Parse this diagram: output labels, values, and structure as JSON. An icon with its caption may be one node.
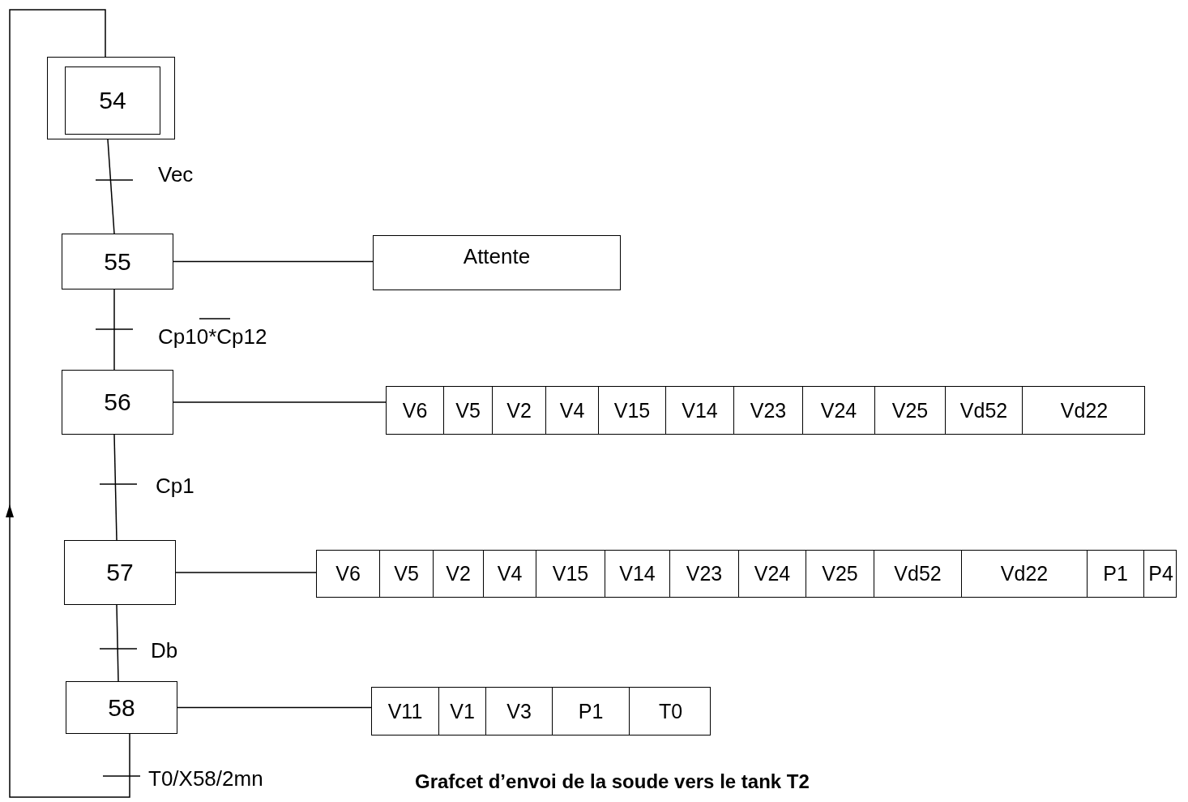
{
  "diagram": {
    "caption": "Grafcet d’envoi de la soude vers le tank T2",
    "nodes": [
      {
        "text": [
          "54"
        ]
      },
      {
        "text": [
          "55"
        ]
      },
      {
        "text": [
          "Attente"
        ]
      },
      {
        "text": [
          "56"
        ]
      },
      {
        "text": [
          "V6",
          "V5",
          "V2",
          "V4",
          "V15",
          "V14",
          "V23",
          "V24",
          "V25",
          "Vd52",
          "Vd22"
        ]
      },
      {
        "text": [
          "57"
        ]
      },
      {
        "text": [
          "V6",
          "V5",
          "V2",
          "V4",
          "V15",
          "V14",
          "V23",
          "V24",
          "V25",
          "Vd52",
          "Vd22",
          "P1",
          "P4"
        ]
      },
      {
        "text": [
          "58"
        ]
      },
      {
        "text": [
          "V11",
          "V1",
          "V3",
          "P1",
          "T0"
        ]
      }
    ],
    "edges": [
      {
        "from": 0,
        "to": 1,
        "arrow": "none",
        "label": "Vec"
      },
      {
        "from": 1,
        "to": 2,
        "arrow": "none"
      },
      {
        "from": 1,
        "to": 3,
        "arrow": "none",
        "label": "Cp10*Cp12"
      },
      {
        "from": 3,
        "to": 4,
        "arrow": "none"
      },
      {
        "from": 3,
        "to": 5,
        "arrow": "none",
        "label": "Cp1"
      },
      {
        "from": 5,
        "to": 6,
        "arrow": "none"
      },
      {
        "from": 5,
        "to": 7,
        "arrow": "none",
        "label": "Db"
      },
      {
        "from": 7,
        "to": 8,
        "arrow": "none"
      },
      {
        "from": 7,
        "to": 0,
        "arrow": "to",
        "label": "T0/X58/2mn"
      }
    ]
  }
}
